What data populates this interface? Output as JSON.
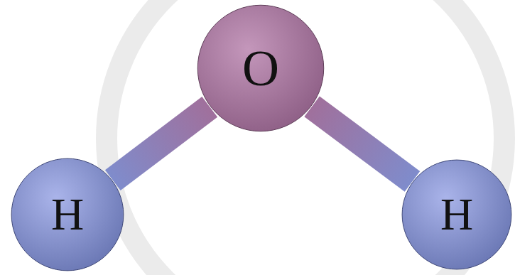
{
  "diagram": {
    "nodes": [
      {
        "text": [
          "O"
        ]
      },
      {
        "text": [
          "H"
        ]
      },
      {
        "text": [
          "H"
        ]
      }
    ],
    "edges": [
      {
        "from": 0,
        "to": 1,
        "arrow": "none"
      },
      {
        "from": 0,
        "to": 2,
        "arrow": "none"
      }
    ]
  }
}
